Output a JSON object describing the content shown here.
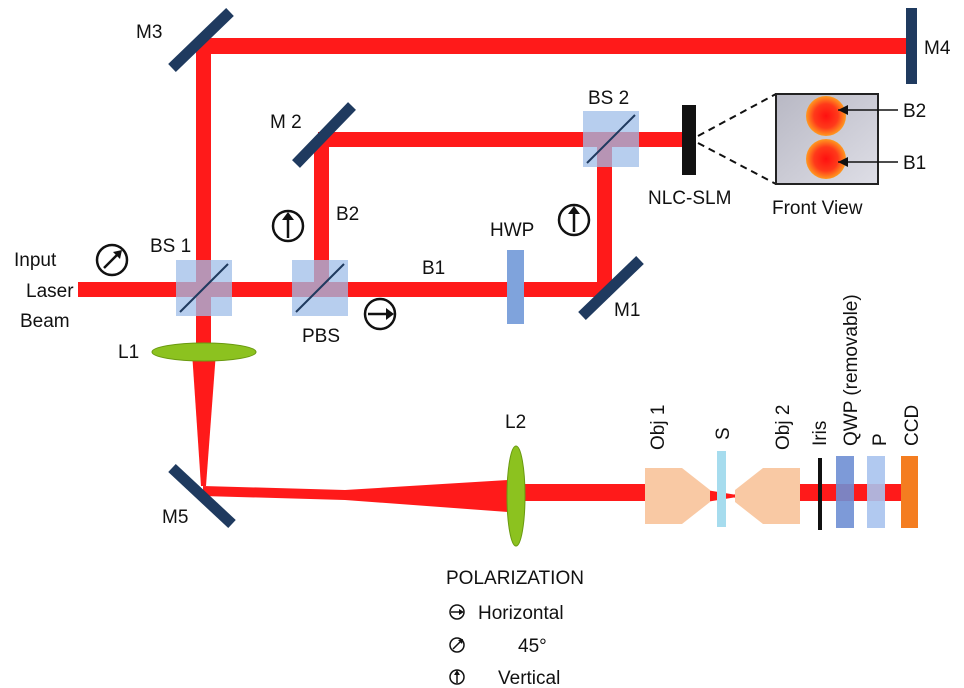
{
  "labels": {
    "input": [
      "Input",
      "Laser",
      "Beam"
    ],
    "m1": "M1",
    "m2": "M 2",
    "m3": "M3",
    "m4": "M4",
    "m5": "M5",
    "bs1": "BS 1",
    "bs2": "BS 2",
    "pbs": "PBS",
    "hwp": "HWP",
    "b1_path": "B1",
    "b2_path": "B2",
    "l1": "L1",
    "l2": "L2",
    "slm": "NLC-SLM",
    "front_view": "Front View",
    "b2_spot": "B2",
    "b1_spot": "B1",
    "obj1": "Obj 1",
    "sample": "S",
    "obj2": "Obj 2",
    "iris": "Iris",
    "qwp": "QWP (removable)",
    "polarizer": "P",
    "ccd": "CCD"
  },
  "legend": {
    "title": "POLARIZATION",
    "horizontal": "Horizontal",
    "diag45": "45°",
    "vertical": "Vertical"
  },
  "colors": {
    "beam": "#ff1a1a",
    "mirror": "#1f3a5f",
    "splitter": "#9fbde8",
    "hwp": "#7fa3dc",
    "lens": "#8cc21f",
    "objective": "#f9c9a4",
    "sample": "#a6dcee",
    "qwp": "#6f8fd4",
    "polarizer": "#a9c3ee",
    "ccd": "#f47d20"
  }
}
